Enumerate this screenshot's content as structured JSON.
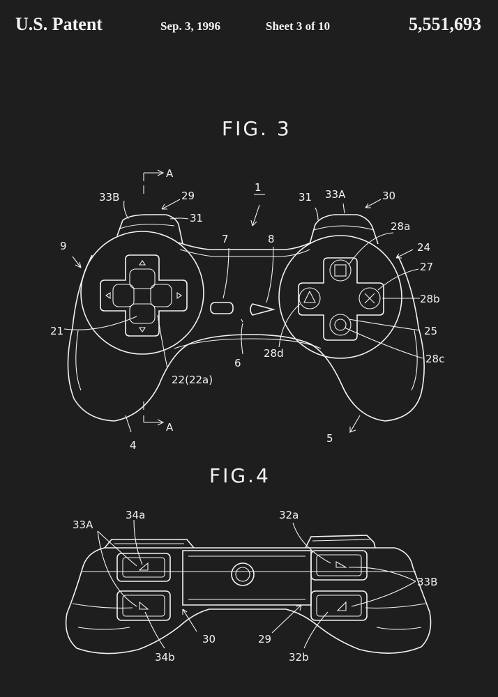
{
  "header": {
    "left": "U.S. Patent",
    "date": "Sep. 3, 1996",
    "sheet": "Sheet 3 of 10",
    "number": "5,551,693"
  },
  "fig3": {
    "title": "FIG. 3",
    "labels": {
      "l1": "1",
      "l4": "4",
      "l5": "5",
      "l6": "6",
      "l7": "7",
      "l8": "8",
      "l9": "9",
      "l21": "21",
      "l22": "22(22a)",
      "l24": "24",
      "l25": "25",
      "l27": "27",
      "l28a": "28a",
      "l28b": "28b",
      "l28c": "28c",
      "l28d": "28d",
      "l29": "29",
      "l30": "30",
      "l31_left": "31",
      "l31_right": "31",
      "l33A": "33A",
      "l33B": "33B",
      "sectionA_top": "A",
      "sectionA_bottom": "A"
    }
  },
  "fig4": {
    "title": "FIG.4",
    "labels": {
      "l33A": "33A",
      "l34a": "34a",
      "l34b": "34b",
      "l32a": "32a",
      "l32b": "32b",
      "l33B": "33B",
      "l29": "29",
      "l30": "30"
    }
  },
  "colors": {
    "background": "#1e1e1e",
    "ink": "#f2f2f2"
  }
}
